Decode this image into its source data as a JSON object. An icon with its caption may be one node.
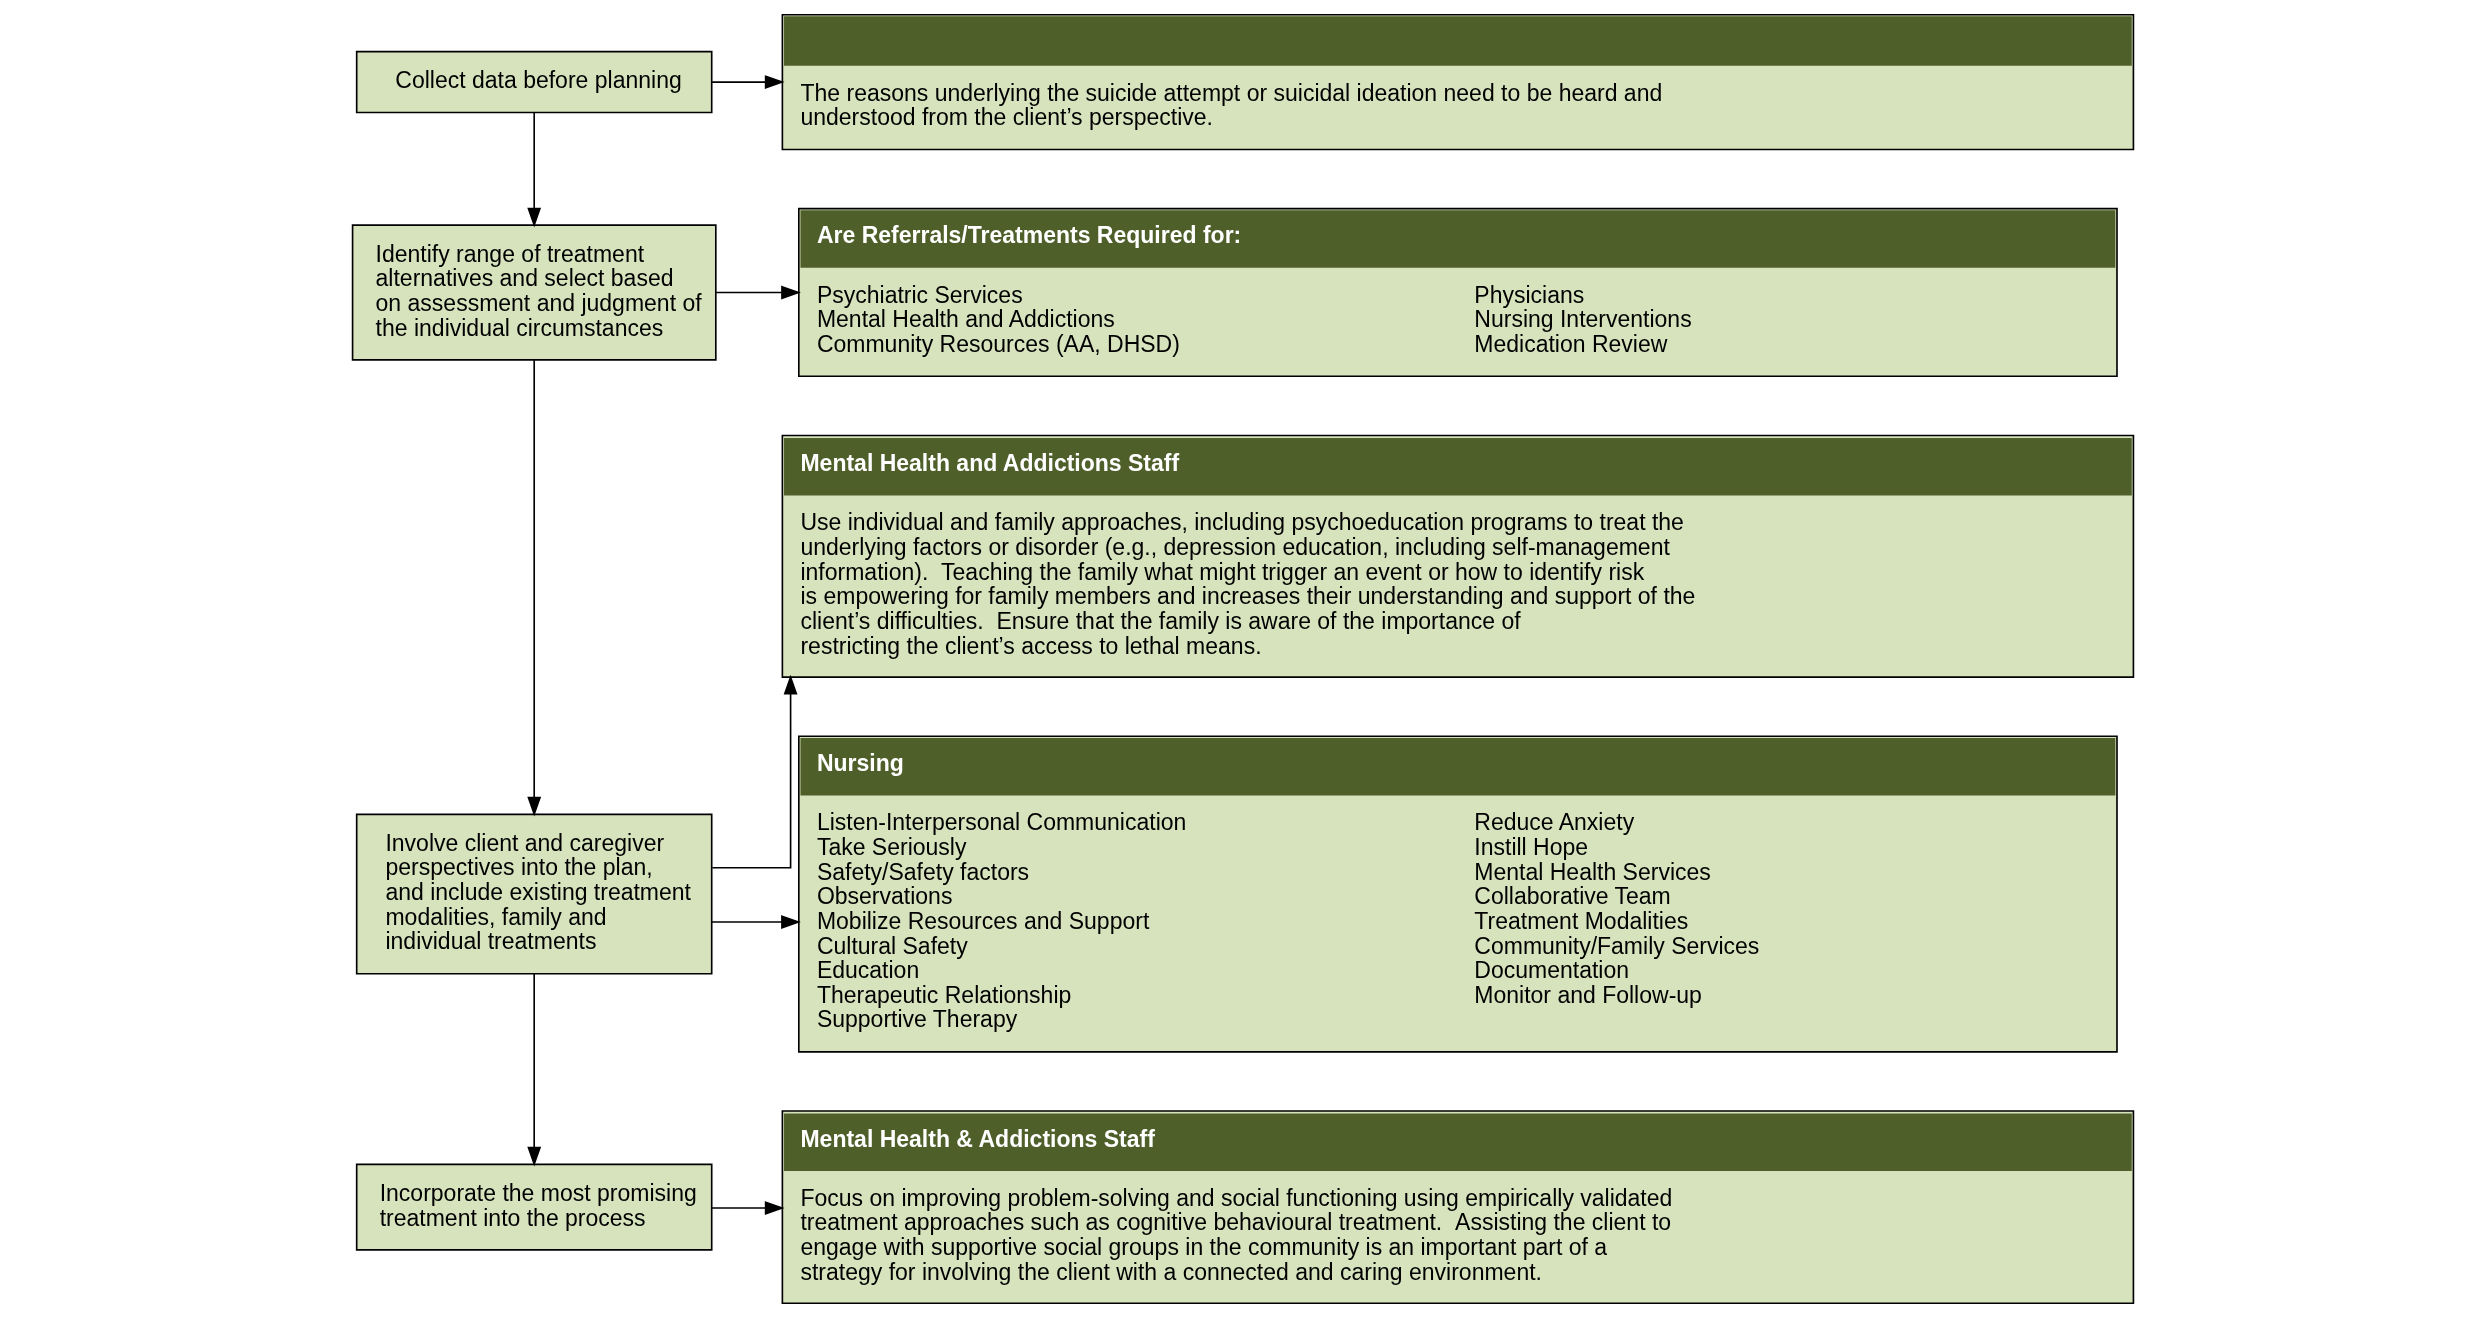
{
  "diagram": {
    "nodes": [
      {
        "text": [
          "Collect data before planning"
        ]
      },
      {
        "text": [
          "Identify range of treatment alternatives and select based on assessment and judgment of the individual circumstances"
        ]
      },
      {
        "text": [
          "Involve client and caregiver perspectives into the plan, and include existing treatment modalities, family and individual treatments"
        ]
      },
      {
        "text": [
          "Incorporate the most promising treatment into the process"
        ]
      },
      {
        "text": [
          "The reasons underlying the suicide attempt or suicidal ideation need to be heard and understood from the client’s perspective."
        ]
      },
      {
        "text": [
          "Are Referrals/Treatments Required for:",
          "Psychiatric Services",
          "Mental Health and Addictions",
          "Community Resources (AA, DHSD)",
          "Physicians",
          "Nursing Interventions",
          "Medication Review"
        ]
      },
      {
        "text": [
          "Mental Health and Addictions Staff",
          "Use individual and family approaches, including psychoeducation programs to treat the underlying factors or disorder (e.g., depression education, including self-management information).  Teaching the family what might trigger an event or how to identify risk is empowering for family members and increases their understanding and support of the client’s difficulties.  Ensure that the family is aware of the importance of restricting the client’s access to lethal means."
        ]
      },
      {
        "text": [
          "Nursing",
          "Listen-Interpersonal Communication",
          "Take Seriously",
          "Safety/Safety factors",
          "Observations",
          "Mobilize Resources and Support",
          "Cultural Safety",
          "Education",
          "Therapeutic Relationship",
          "Supportive Therapy",
          "Reduce Anxiety",
          "Instill Hope",
          "Mental Health Services",
          "Collaborative Team",
          "Treatment Modalities",
          "Community/Family Services",
          "Documentation",
          "Monitor and Follow-up"
        ]
      },
      {
        "text": [
          "Mental Health & Addictions Staff",
          "Focus on improving problem-solving and social functioning using empirically validated treatment approaches such as cognitive behavioural treatment.  Assisting the client to engage with supportive social groups in the community is an important part of a strategy for involving the client with a connected and caring environment."
        ]
      }
    ],
    "edges": [
      {
        "from": 0,
        "to": 4,
        "arrow": "to"
      },
      {
        "from": 0,
        "to": 1,
        "arrow": "to"
      },
      {
        "from": 1,
        "to": 5,
        "arrow": "to"
      },
      {
        "from": 1,
        "to": 2,
        "arrow": "to"
      },
      {
        "from": 2,
        "to": 6,
        "arrow": "to"
      },
      {
        "from": 2,
        "to": 7,
        "arrow": "to"
      },
      {
        "from": 2,
        "to": 3,
        "arrow": "to"
      },
      {
        "from": 3,
        "to": 8,
        "arrow": "to"
      }
    ]
  }
}
